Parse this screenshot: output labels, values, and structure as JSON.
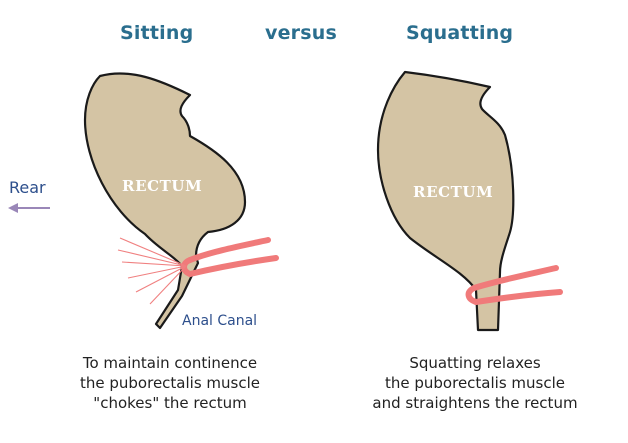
{
  "header": {
    "sitting": "Sitting",
    "versus": "versus",
    "squatting": "Squatting"
  },
  "labels": {
    "rear": "Rear",
    "rectum_left": "RECTUM",
    "rectum_right": "RECTUM",
    "anal_canal": "Anal Canal"
  },
  "captions": {
    "left": [
      "To maintain continence",
      "the puborectalis muscle",
      "\"chokes\" the rectum"
    ],
    "right": [
      "Squatting relaxes",
      "the puborectalis muscle",
      "and straightens the rectum"
    ]
  },
  "colors": {
    "rectum_fill": "#d4c4a4",
    "outline": "#1a1a1a",
    "muscle": "#f07a7a",
    "title": "#2a6e8e",
    "arrow": "#9a87b8"
  }
}
